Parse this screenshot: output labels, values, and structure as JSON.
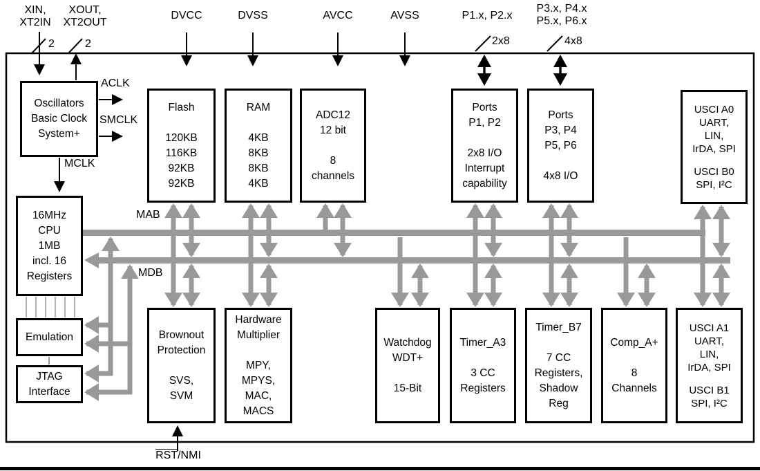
{
  "colors": {
    "bus_gray": "#999999",
    "line_black": "#000000",
    "box_bg": "#ffffff"
  },
  "pins": {
    "xin": {
      "line1": "XIN,",
      "line2": "XT2IN",
      "width": "2"
    },
    "xout": {
      "line1": "XOUT,",
      "line2": "XT2OUT",
      "width": "2"
    },
    "dvcc": "DVCC",
    "dvss": "DVSS",
    "avcc": "AVCC",
    "avss": "AVSS",
    "p12": {
      "label": "P1.x, P2.x",
      "width": "2x8"
    },
    "p36": {
      "line1": "P3.x, P4.x",
      "line2": "P5.x, P6.x",
      "width": "4x8"
    },
    "rst": {
      "overline": "RST",
      "rest": "/NMI"
    }
  },
  "clocks": {
    "aclk": "ACLK",
    "smclk": "SMCLK",
    "mclk": "MCLK"
  },
  "buses": {
    "mab": "MAB",
    "mdb": "MDB"
  },
  "blocks": {
    "oscillators": {
      "lines": [
        "Oscillators",
        "Basic Clock",
        "System+"
      ]
    },
    "cpu": {
      "lines": [
        "16MHz",
        "CPU",
        "1MB",
        "incl. 16",
        "Registers"
      ]
    },
    "emulation": {
      "lines": [
        "Emulation"
      ]
    },
    "jtag": {
      "lines": [
        "JTAG",
        "Interface"
      ]
    },
    "flash": {
      "title": [
        "Flash"
      ],
      "body": [
        "120KB",
        "116KB",
        "92KB",
        "92KB"
      ]
    },
    "ram": {
      "title": [
        "RAM"
      ],
      "body": [
        "4KB",
        "8KB",
        "8KB",
        "4KB"
      ]
    },
    "adc12": {
      "title": [
        "ADC12",
        "12 bit"
      ],
      "body": [
        "8",
        "channels"
      ]
    },
    "ports12": {
      "title": [
        "Ports",
        "P1, P2"
      ],
      "body": [
        "2x8 I/O",
        "Interrupt",
        "capability"
      ]
    },
    "ports36": {
      "title": [
        "Ports",
        "P3, P4",
        "P5, P6"
      ],
      "body": [
        "4x8 I/O"
      ]
    },
    "usci_a0": {
      "title": [
        "USCI A0",
        "UART,",
        "LIN,",
        "IrDA, SPI"
      ],
      "body": [
        "USCI B0",
        "SPI, I²C"
      ]
    },
    "brownout": {
      "title": [
        "Brownout",
        "Protection"
      ],
      "body": [
        "SVS,",
        "SVM"
      ]
    },
    "multiplier": {
      "title": [
        "Hardware",
        "Multiplier"
      ],
      "body": [
        "MPY,",
        "MPYS,",
        "MAC,",
        "MACS"
      ]
    },
    "watchdog": {
      "title": [
        "Watchdog",
        "WDT+"
      ],
      "body": [
        "15-Bit"
      ]
    },
    "timer_a3": {
      "title": [
        "Timer_A3"
      ],
      "body": [
        "3 CC",
        "Registers"
      ]
    },
    "timer_b7": {
      "title": [
        "Timer_B7"
      ],
      "body": [
        "7 CC",
        "Registers,",
        "Shadow",
        "Reg"
      ]
    },
    "comp_a": {
      "title": [
        "Comp_A+"
      ],
      "body": [
        "8",
        "Channels"
      ]
    },
    "usci_a1": {
      "title": [
        "USCI A1",
        "UART,",
        "LIN,",
        "IrDA, SPI"
      ],
      "body": [
        "USCI B1",
        "SPI, I²C"
      ]
    }
  }
}
